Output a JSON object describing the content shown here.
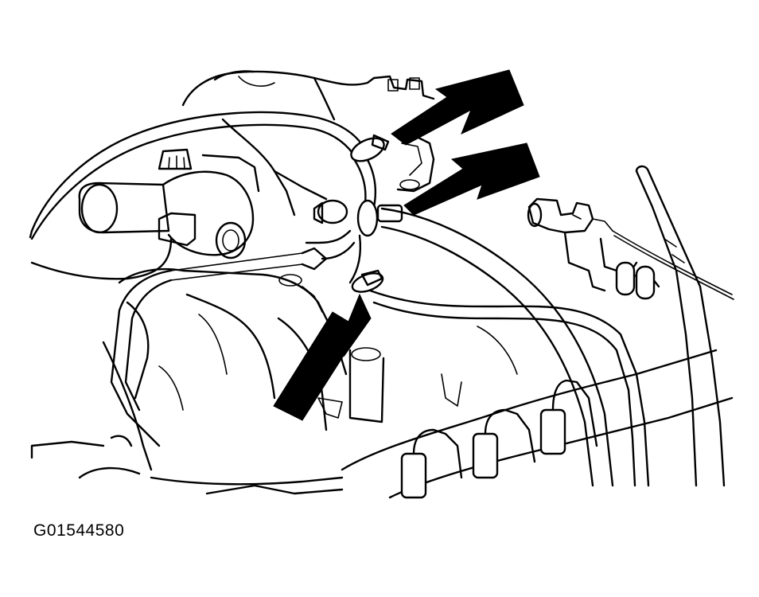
{
  "figure": {
    "code": "G01544580"
  },
  "callouts": [
    {
      "icon": "upper-right-arrow"
    },
    {
      "icon": "middle-right-arrow"
    },
    {
      "icon": "lower-left-arrow"
    }
  ]
}
